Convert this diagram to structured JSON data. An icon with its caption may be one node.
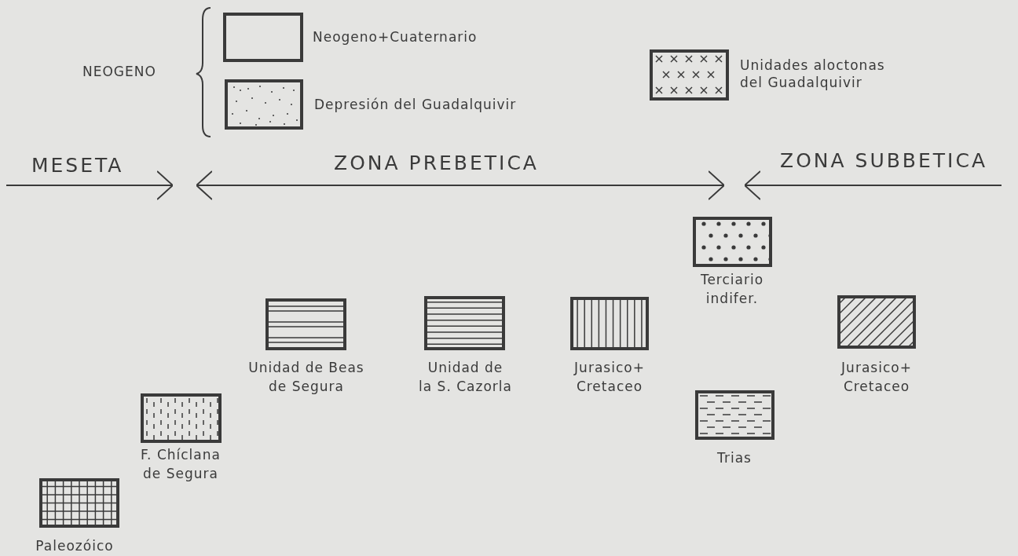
{
  "diagram": {
    "labels": [
      "NEOGENO",
      "MESETA",
      "ZONA PREBETICA",
      "ZONA SUBBETICA"
    ],
    "legend": [
      {
        "text": "Neogeno+Cuaternario"
      },
      {
        "text": "Depresión del Guadalquivir"
      },
      {
        "text": "Unidades aloctonas del Guadalquivir"
      },
      {
        "text": "Terciario indifer."
      },
      {
        "text": "Unidad de Beas de Segura"
      },
      {
        "text": "Unidad de la S. Cazorla"
      },
      {
        "text": "Jurasico+ Cretaceo"
      },
      {
        "text": "Jurasico+ Cretaceo"
      },
      {
        "text": "F. Chíclana de Segura"
      },
      {
        "text": "Trias"
      },
      {
        "text": "Paleozóico"
      }
    ]
  }
}
